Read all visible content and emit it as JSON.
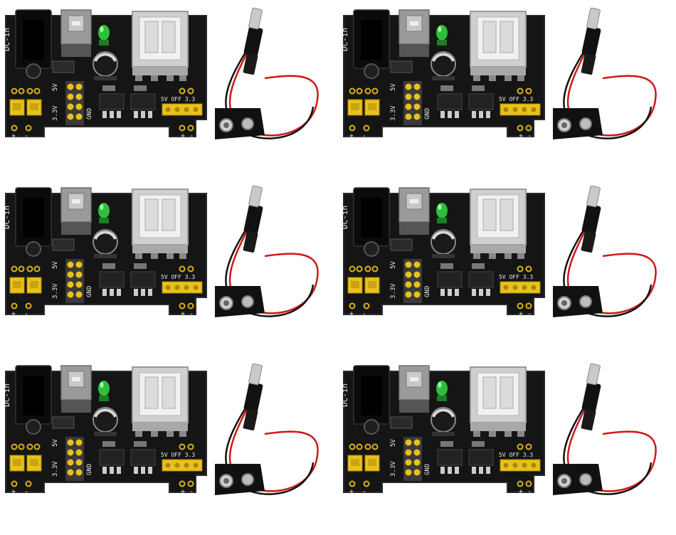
{
  "product": {
    "units": [
      {
        "id": "unit-1"
      },
      {
        "id": "unit-2"
      },
      {
        "id": "unit-3"
      },
      {
        "id": "unit-4"
      },
      {
        "id": "unit-5"
      },
      {
        "id": "unit-6"
      }
    ],
    "silkscreen": {
      "dc_in": "DC-in",
      "five_v": "5V",
      "three_v": "3.3V",
      "gnd": "GND",
      "off": "5V OFF 3.3",
      "plus": "+",
      "minus": "-"
    },
    "colors": {
      "pcb": "#151515",
      "header": "#e8c21a",
      "usb": "#cfcfcf",
      "switch": "#9a9a9a",
      "led": "#2fbf3a",
      "wire_red": "#d01818",
      "wire_black": "#111111"
    }
  }
}
